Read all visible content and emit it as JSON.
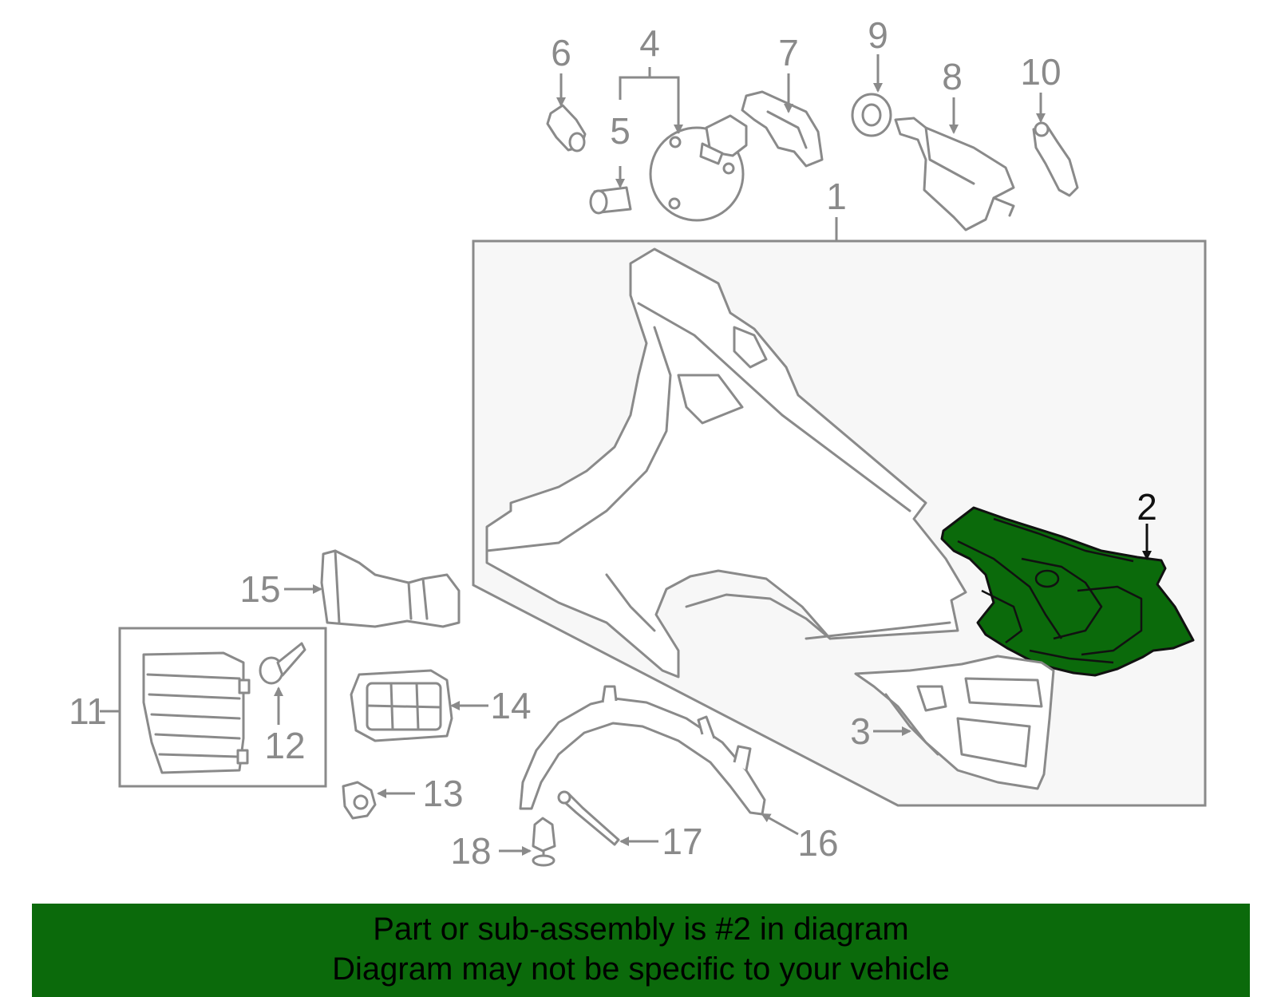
{
  "diagram": {
    "highlight_color": "#0b6a0b",
    "outline_color": "#8a8a8a",
    "callouts": [
      {
        "id": "1",
        "label": "1",
        "highlighted": false
      },
      {
        "id": "2",
        "label": "2",
        "highlighted": true
      },
      {
        "id": "3",
        "label": "3",
        "highlighted": false
      },
      {
        "id": "4",
        "label": "4",
        "highlighted": false
      },
      {
        "id": "5",
        "label": "5",
        "highlighted": false
      },
      {
        "id": "6",
        "label": "6",
        "highlighted": false
      },
      {
        "id": "7",
        "label": "7",
        "highlighted": false
      },
      {
        "id": "8",
        "label": "8",
        "highlighted": false
      },
      {
        "id": "9",
        "label": "9",
        "highlighted": false
      },
      {
        "id": "10",
        "label": "10",
        "highlighted": false
      },
      {
        "id": "11",
        "label": "11",
        "highlighted": false
      },
      {
        "id": "12",
        "label": "12",
        "highlighted": false
      },
      {
        "id": "13",
        "label": "13",
        "highlighted": false
      },
      {
        "id": "14",
        "label": "14",
        "highlighted": false
      },
      {
        "id": "15",
        "label": "15",
        "highlighted": false
      },
      {
        "id": "16",
        "label": "16",
        "highlighted": false
      },
      {
        "id": "17",
        "label": "17",
        "highlighted": false
      },
      {
        "id": "18",
        "label": "18",
        "highlighted": false
      }
    ]
  },
  "banner": {
    "background": "#0b6a0b",
    "line1": "Part or sub-assembly is #2 in diagram",
    "line2": "Diagram may not be specific to your vehicle"
  }
}
